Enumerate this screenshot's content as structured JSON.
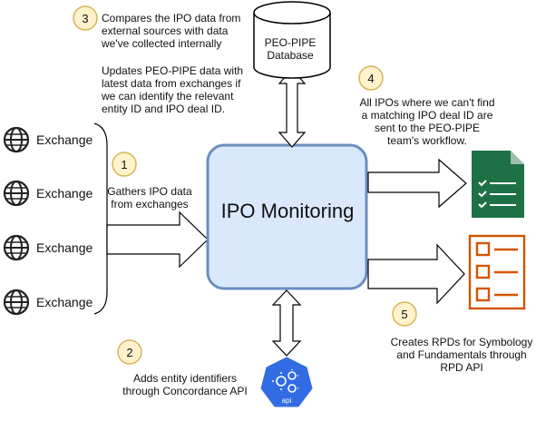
{
  "main_box": {
    "label": "IPO Monitoring"
  },
  "database": {
    "label": "PEO-PIPE Database"
  },
  "exchanges": [
    {
      "label": "Exchange"
    },
    {
      "label": "Exchange"
    },
    {
      "label": "Exchange"
    },
    {
      "label": "Exchange"
    }
  ],
  "steps": [
    {
      "number": "1",
      "text": "Gathers IPO data from exchanges"
    },
    {
      "number": "2",
      "text": "Adds entity identifiers through Concordance API"
    },
    {
      "number": "3",
      "text": "Compares the IPO data from external sources with data we've collected internally",
      "text_2": "Updates PEO-PIPE data with latest data from exchanges if we can identify the relevant entity ID and IPO deal ID."
    },
    {
      "number": "4",
      "text": "All IPOs where we can't find a matching IPO deal ID are sent to the PEO-PIPE team's workflow."
    },
    {
      "number": "5",
      "text": "Creates RPDs for Symbology and Fundamentals through RPD API"
    }
  ],
  "api_icon": {
    "label": "api"
  },
  "icons": {
    "exchange": "globe-icon",
    "database": "database-icon",
    "workflow": "spreadsheet-icon",
    "rpd": "checklist-icon",
    "api": "kubernetes-api-icon"
  },
  "colors": {
    "main_fill": "#dae8fc",
    "main_stroke": "#6c8ebf",
    "badge_fill": "#fff2cc",
    "badge_stroke": "#d6b656",
    "sheet_green": "#1e7145",
    "checklist_orange": "#d35400",
    "api_blue": "#326ce5"
  }
}
